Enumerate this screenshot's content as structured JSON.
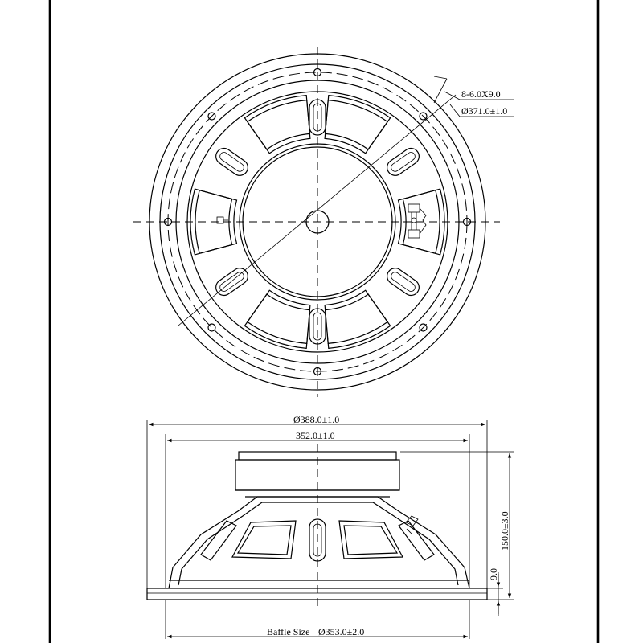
{
  "dimensions": {
    "hole_spec": "8-6.0X9.0",
    "mount_circle": "Ø371.0±1.0",
    "outer_diameter": "Ø388.0±1.0",
    "inner_diameter": "352.0±1.0",
    "overall_depth": "150.0±3.0",
    "flange_depth": "9.0",
    "baffle_label": "Baffle Size",
    "baffle_size": "Ø353.0±2.0"
  }
}
